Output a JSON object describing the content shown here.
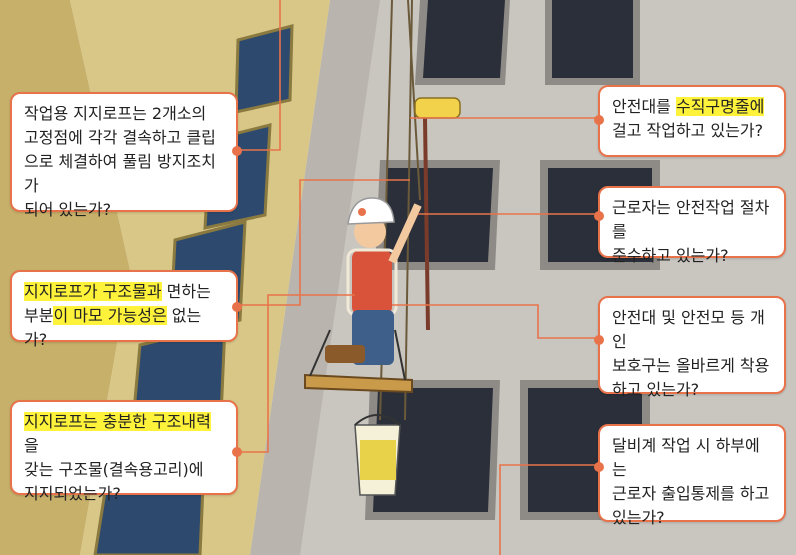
{
  "colors": {
    "accent": "#e8734a",
    "highlight": "#fff23a",
    "wall_left": "#d9c788",
    "wall_main": "#c9c6c0",
    "window_dark": "#2b2f3a"
  },
  "icons": [
    "worker-illustration",
    "paint-roller-icon",
    "paint-bucket-icon",
    "safety-helmet-icon"
  ],
  "callouts": {
    "lifeline_anchor": {
      "line1": "작업용 지지로프는 2개소의",
      "line2": "고정점에 각각 결속하고 클립",
      "line3": "으로 체결하여 풀림 방지조치가",
      "line4": "되어 있는가?"
    },
    "rope_wear": {
      "hl1": "지지로프가 구조물과",
      "t1": " 면하는",
      "t2": "부분",
      "hl2": "이 마모 가능성은",
      "t3": " 없는가?"
    },
    "structure_strength": {
      "hl1": "지지로프는 충분한 구조내력",
      "t1": "을",
      "line2": "갖는 구조물(결속용고리)에",
      "line3": "지지되었는가?"
    },
    "harness_lifeline": {
      "t1": "안전대를 ",
      "hl1": "수직구명줄에",
      "line2": "걸고 작업하고 있는가?"
    },
    "procedure": {
      "line1": "근로자는 안전작업 절차를",
      "line2": "준수하고 있는가?"
    },
    "ppe": {
      "line1": "안전대 및 안전모 등 개인",
      "line2": "보호구는 올바르게 착용",
      "line3": "하고 있는가?"
    },
    "access_control": {
      "line1": "달비계 작업 시 하부에는",
      "line2": "근로자 출입통제를 하고",
      "line3": "있는가?"
    }
  }
}
